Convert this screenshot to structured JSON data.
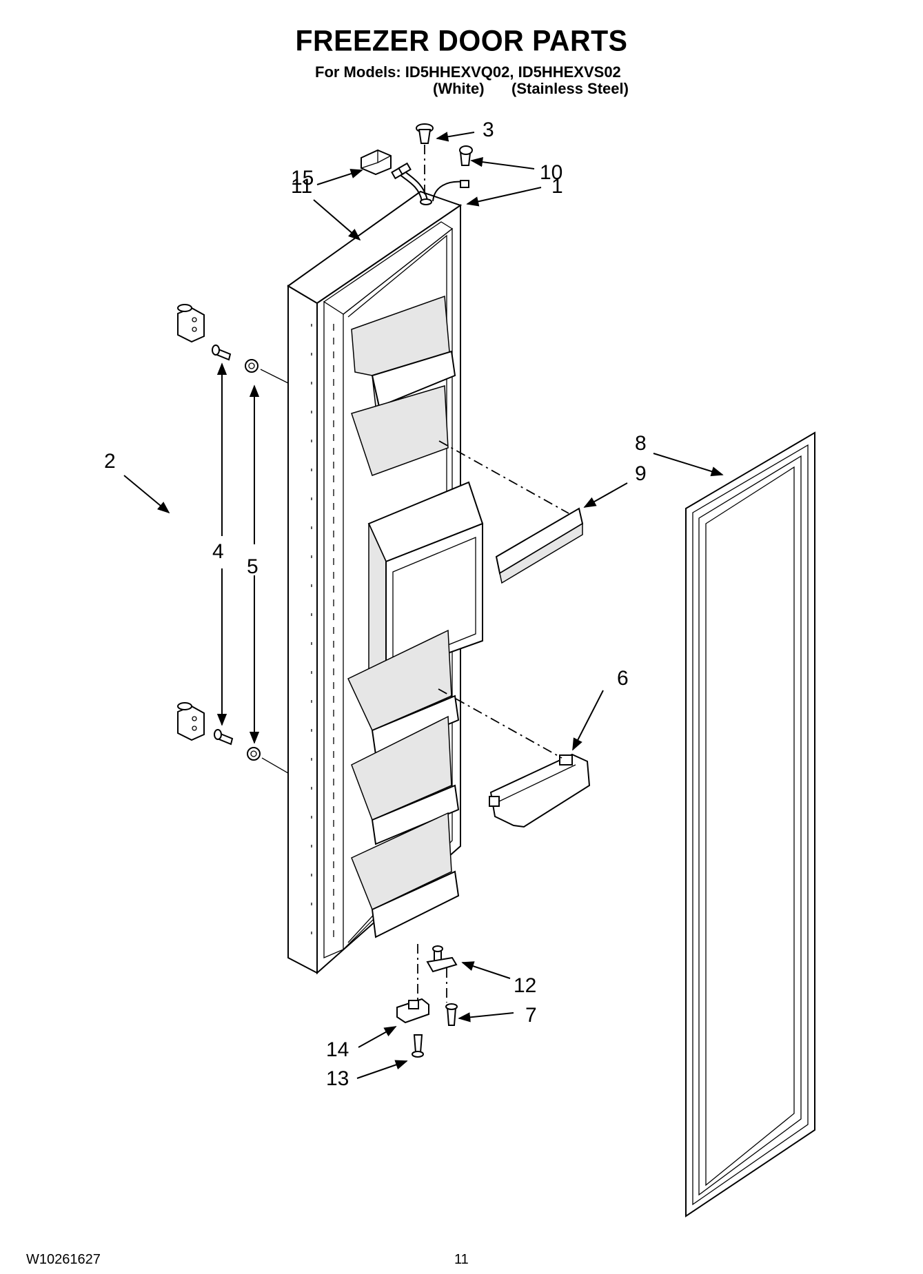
{
  "title": "FREEZER DOOR PARTS",
  "models_line": "For Models: ID5HHEXVQ02, ID5HHEXVS02",
  "variants": [
    "(White)",
    "(Stainless Steel)"
  ],
  "callouts": [
    "1",
    "2",
    "3",
    "4",
    "5",
    "6",
    "7",
    "8",
    "9",
    "10",
    "11",
    "12",
    "13",
    "14",
    "15"
  ],
  "footer": {
    "doc_number": "W10261627",
    "page_number": "11"
  }
}
